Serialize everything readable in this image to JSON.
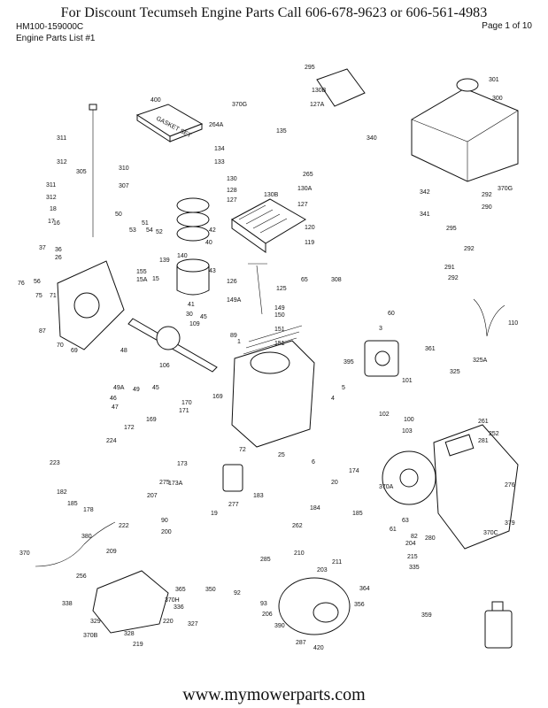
{
  "header": {
    "banner": "For  Discount Tecumseh Engine Parts Call 606-678-9623 or 606-561-4983",
    "model": "HM100-159000C",
    "list_title": "Engine Parts List #1",
    "page": "Page 1 of 10"
  },
  "footer": {
    "url": "www.mymowerparts.com"
  },
  "gasket_set_label": "GASKET SET",
  "part_labels": [
    "295",
    "301",
    "400",
    "130B",
    "127A",
    "370G",
    "300",
    "264A",
    "135",
    "134",
    "133",
    "340",
    "311",
    "310",
    "312",
    "305",
    "307",
    "311",
    "312",
    "130",
    "128",
    "127",
    "130B",
    "130A",
    "127",
    "265",
    "342",
    "292",
    "290",
    "370G",
    "18",
    "16",
    "17",
    "37",
    "36",
    "26",
    "50",
    "53",
    "51",
    "54",
    "52",
    "139",
    "140",
    "42",
    "40",
    "120",
    "119",
    "341",
    "295",
    "292",
    "291",
    "292",
    "76",
    "56",
    "75",
    "71",
    "155",
    "15A",
    "15",
    "43",
    "41",
    "126",
    "125",
    "65",
    "308",
    "30",
    "109",
    "45",
    "87",
    "70",
    "69",
    "149A",
    "149",
    "150",
    "151",
    "151",
    "60",
    "110",
    "48",
    "89",
    "106",
    "3",
    "395",
    "361",
    "325A",
    "325",
    "49A",
    "49",
    "45",
    "47",
    "46",
    "169",
    "1",
    "5",
    "101",
    "4",
    "170",
    "171",
    "172",
    "169",
    "72",
    "102",
    "100",
    "103",
    "261",
    "224",
    "252",
    "281",
    "223",
    "182",
    "185",
    "6",
    "25",
    "20",
    "174",
    "173",
    "173A",
    "275",
    "183",
    "207",
    "90",
    "370A",
    "276",
    "277",
    "19",
    "184",
    "178",
    "380",
    "222",
    "200",
    "185",
    "262",
    "61",
    "63",
    "82",
    "280",
    "370C",
    "379",
    "370",
    "209",
    "210",
    "211",
    "203",
    "204",
    "215",
    "335",
    "256",
    "350",
    "285",
    "92",
    "93",
    "206",
    "364",
    "365",
    "370H",
    "336",
    "338",
    "329",
    "370B",
    "328",
    "219",
    "220",
    "327",
    "356",
    "359",
    "390",
    "287",
    "420"
  ]
}
